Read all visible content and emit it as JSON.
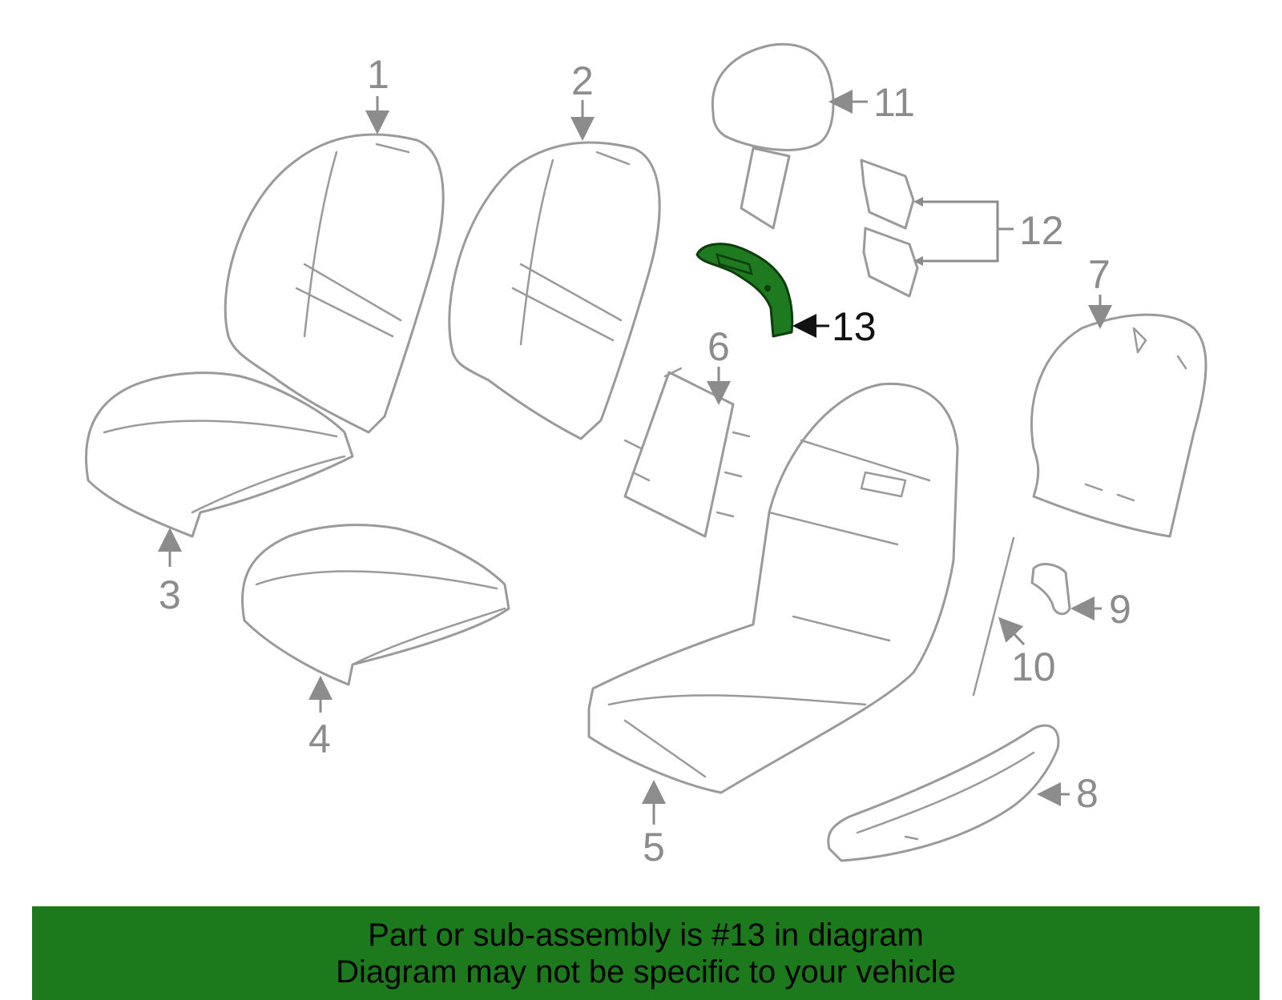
{
  "diagram": {
    "highlighted_part": "13",
    "highlight_color": "#1e7a1e",
    "callouts": [
      "1",
      "2",
      "3",
      "4",
      "5",
      "6",
      "7",
      "8",
      "9",
      "10",
      "11",
      "12",
      "13"
    ]
  },
  "banner": {
    "line1": "Part or sub-assembly is #13 in diagram",
    "line2": "Diagram may not be specific to your vehicle",
    "background_color": "#1c7a1c"
  }
}
